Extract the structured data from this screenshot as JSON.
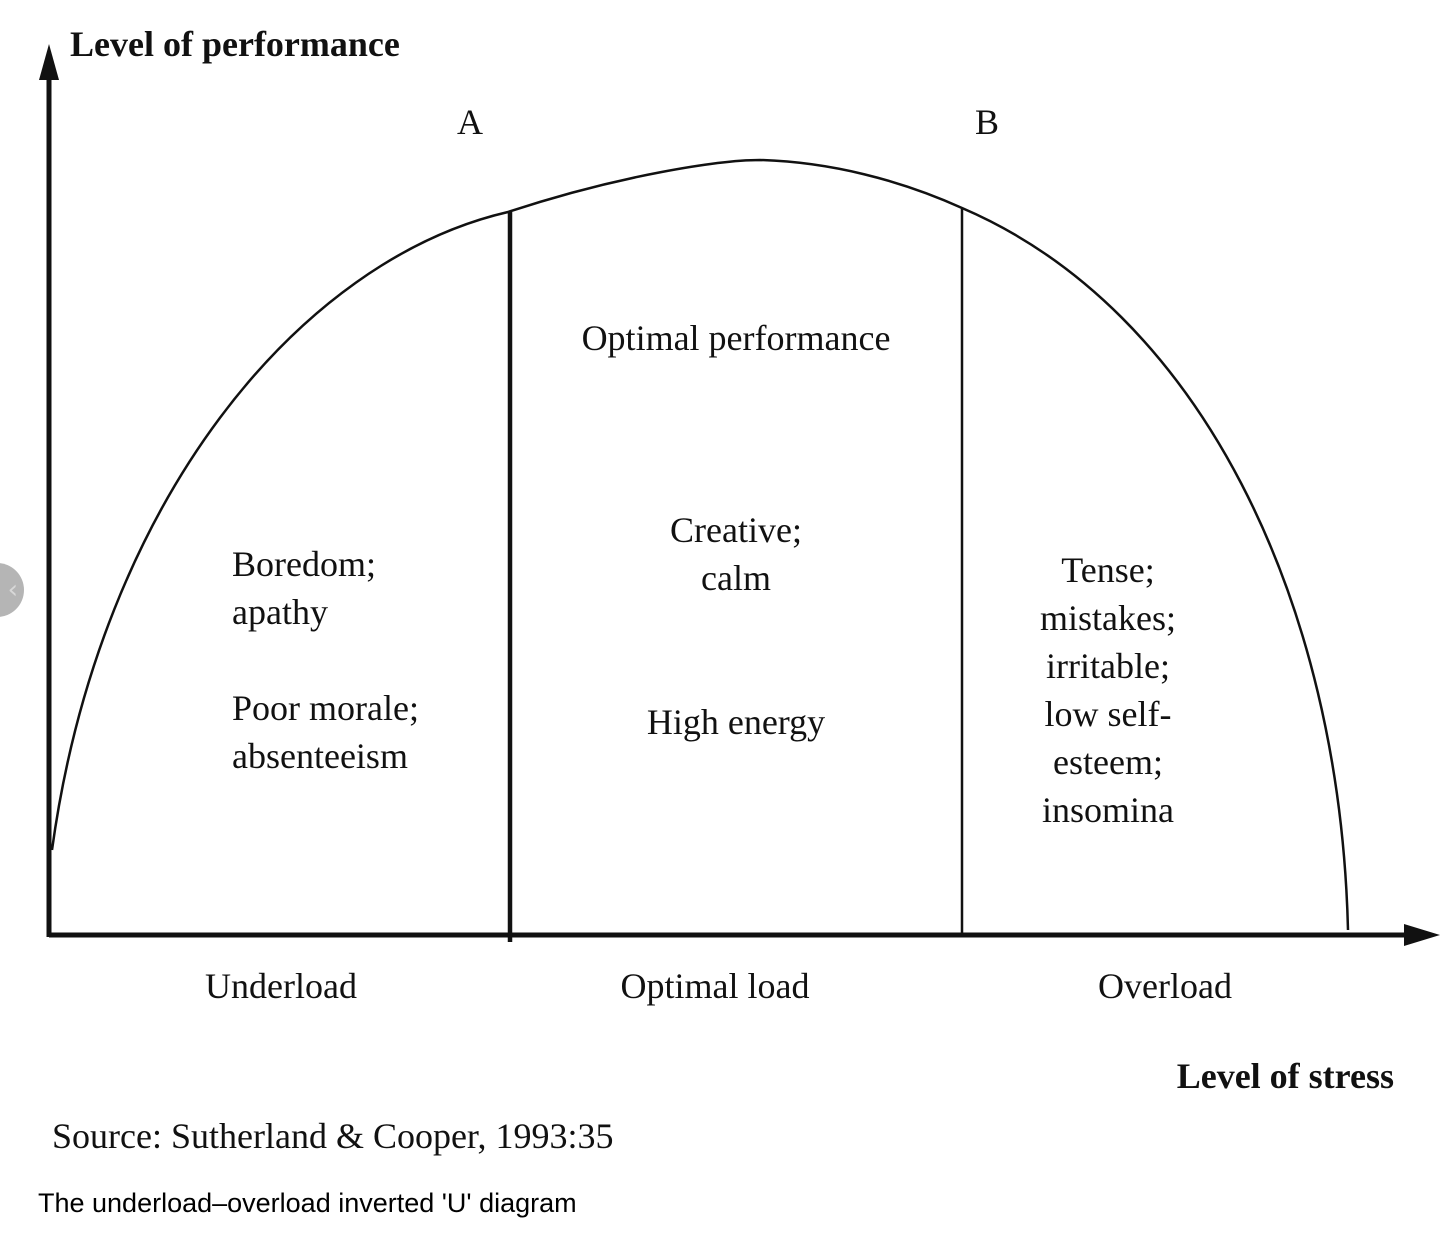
{
  "diagram": {
    "y_axis_title": "Level of performance",
    "x_axis_title": "Level of stress",
    "markers": {
      "a": "A",
      "b": "B"
    },
    "zones": {
      "underload": {
        "label": "Underload",
        "lines": [
          "Boredom;",
          "apathy",
          "Poor morale;",
          "absenteeism"
        ]
      },
      "optimal": {
        "label": "Optimal load",
        "heading": "Optimal performance",
        "lines": [
          "Creative;",
          "calm",
          "High energy"
        ]
      },
      "overload": {
        "label": "Overload",
        "lines": [
          "Tense;",
          "mistakes;",
          "irritable;",
          "low self-",
          "esteem;",
          "insomina"
        ]
      }
    },
    "source": "Source: Sutherland & Cooper, 1993:35"
  },
  "caption": "The underload–overload inverted 'U' diagram",
  "side_tab": {
    "icon": "chevron-left-icon"
  }
}
